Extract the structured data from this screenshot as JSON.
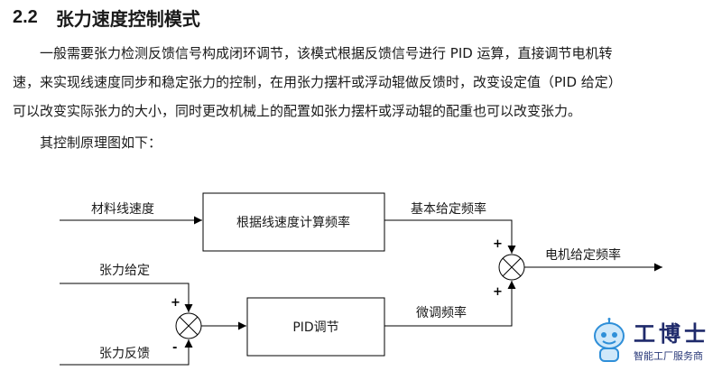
{
  "section": {
    "number": "2.2",
    "title": "张力速度控制模式"
  },
  "paragraph": {
    "line1": "一般需要张力检测反馈信号构成闭环调节，该模式根据反馈信号进行 PID 运算，直接调节电机转",
    "line2": "速，来实现线速度同步和稳定张力的控制，在用张力摆杆或浮动辊做反馈时，改变设定值（PID 给定）",
    "line3": "可以改变实际张力的大小，同时更改机械上的配置如张力摆杆或浮动辊的配重也可以改变张力。",
    "line4": "其控制原理图如下："
  },
  "diagram": {
    "inputs": {
      "line_speed": "材料线速度",
      "tension_setpoint": "张力给定",
      "tension_feedback": "张力反馈"
    },
    "blocks": {
      "calc": "根据线速度计算频率",
      "pid": "PID调节"
    },
    "signals": {
      "base_freq": "基本给定频率",
      "trim_freq": "微调频率",
      "motor_freq": "电机给定频率"
    },
    "signs": {
      "plus": "+",
      "minus": "-"
    },
    "colors": {
      "line": "#000000",
      "block_border": "#000000"
    }
  },
  "watermark": {
    "title": "工博士",
    "subtitle": "智能工厂服务商",
    "icon": "robot-mascot-icon",
    "colors": {
      "primary": "#1f2a6b",
      "accent": "#2f8fd8"
    }
  }
}
